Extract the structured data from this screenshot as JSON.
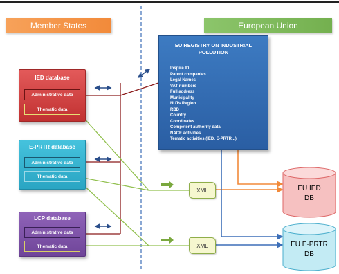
{
  "headers": {
    "member_states": "Member States",
    "european_union": "European Union"
  },
  "databases": {
    "ied": {
      "title": "IED database",
      "administrative": "Administrative data",
      "thematic": "Thematic data"
    },
    "eprtr": {
      "title": "E-PRTR database",
      "administrative": "Administrative data",
      "thematic": "Thematic data"
    },
    "lcp": {
      "title": "LCP database",
      "administrative": "Administrative data",
      "thematic": "Thematic data"
    }
  },
  "registry": {
    "title": "EU REGISTRY ON INDUSTRIAL POLLUTION",
    "items": [
      "Inspire ID",
      "Parent companies",
      "Legal Names",
      "VAT numbers",
      "Full address",
      "Municipality",
      "NUTs Region",
      "RBD",
      "Country",
      "Coordinates",
      "Competent authority data",
      "NACE activities",
      "Tematic activities (IED, E-PRTR...)"
    ]
  },
  "xml": {
    "first": "XML",
    "second": "XML"
  },
  "targets": {
    "eu_ied": {
      "line1": "EU IED",
      "line2": "DB"
    },
    "eu_eprtr": {
      "line1": "EU E-PRTR",
      "line2": "DB"
    }
  },
  "colors": {
    "member_states_header": "#f28a3a",
    "european_union_header": "#74b04f",
    "ied_red": "#c13131",
    "eprtr_cyan": "#2aa5c3",
    "lcp_purple": "#6f4599",
    "registry_blue": "#2a5ea3",
    "admin_link": "#8b1a1a",
    "thematic_link": "#92c04f",
    "ied_flow": "#f28a3a",
    "eprtr_flow": "#3d6fb8",
    "divider": "#3d6fb8"
  }
}
